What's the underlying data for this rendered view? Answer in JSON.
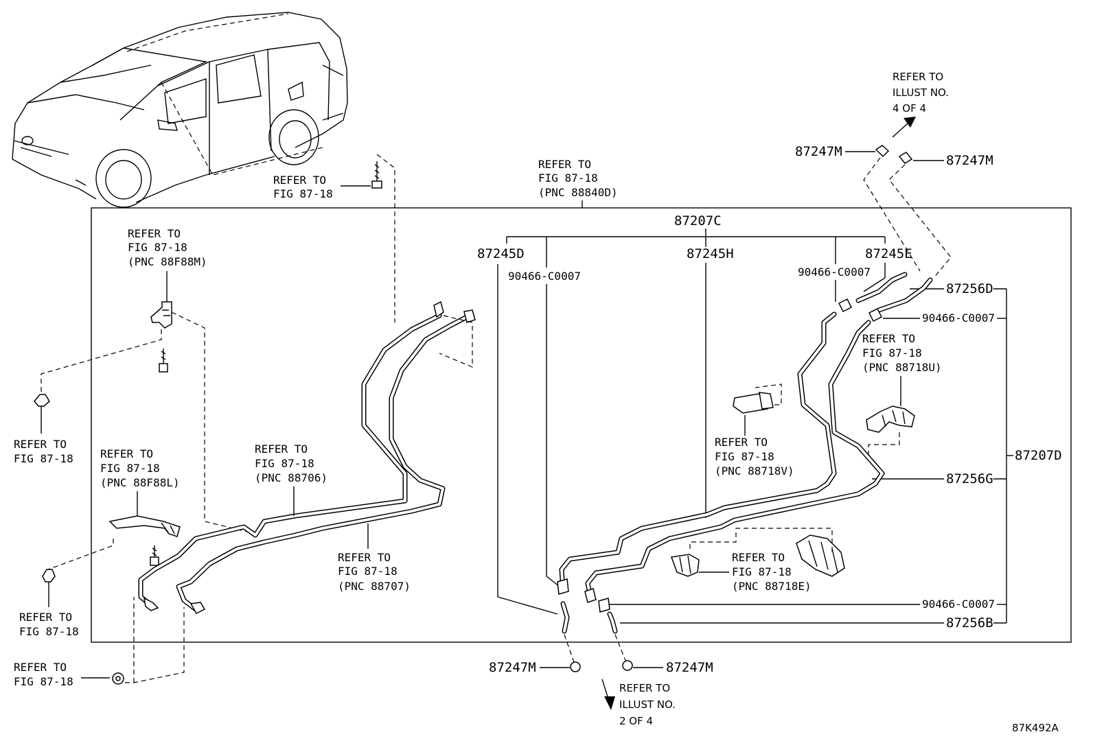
{
  "diagram": {
    "code": "87K492A",
    "labels": {
      "refer_top_right": [
        "REFER TO",
        "ILLUST NO.",
        "4 OF 4"
      ],
      "refer_bottom": [
        "REFER TO",
        "ILLUST NO.",
        "2 OF 4"
      ],
      "refer_bolt_top": [
        "REFER TO",
        "FIG 87-18"
      ],
      "refer_88840d": [
        "REFER TO",
        "FIG 87-18",
        "(PNC 88840D)"
      ],
      "refer_88f88m": [
        "REFER TO",
        "FIG 87-18",
        "(PNC 88F88M)"
      ],
      "refer_left_1": [
        "REFER TO",
        "FIG 87-18"
      ],
      "refer_88f88l": [
        "REFER TO",
        "FIG 87-18",
        "(PNC 88F88L)"
      ],
      "refer_left_2": [
        "REFER TO",
        "FIG 87-18"
      ],
      "refer_left_3": [
        "REFER TO",
        "FIG 87-18"
      ],
      "refer_88706": [
        "REFER TO",
        "FIG 87-18",
        "(PNC 88706)"
      ],
      "refer_88707": [
        "REFER TO",
        "FIG 87-18",
        "(PNC 88707)"
      ],
      "refer_88718v": [
        "REFER TO",
        "FIG 87-18",
        "(PNC 88718V)"
      ],
      "refer_88718u": [
        "REFER TO",
        "FIG 87-18",
        "(PNC 88718U)"
      ],
      "refer_88718e": [
        "REFER TO",
        "FIG 87-18",
        "(PNC 88718E)"
      ]
    },
    "part_numbers": {
      "p87207c": "87207C",
      "p87245d": "87245D",
      "p87245h": "87245H",
      "p87245e": "87245E",
      "p87256d": "87256D",
      "p87207d": "87207D",
      "p87256g": "87256G",
      "p87256b": "87256B",
      "p87247m_tl": "87247M",
      "p87247m_tr": "87247M",
      "p87247m_bl": "87247M",
      "p87247m_br": "87247M",
      "p90466_left": "90466-C0007",
      "p90466_mid": "90466-C0007",
      "p90466_right": "90466-C0007",
      "p90466_bottom": "90466-C0007"
    }
  }
}
